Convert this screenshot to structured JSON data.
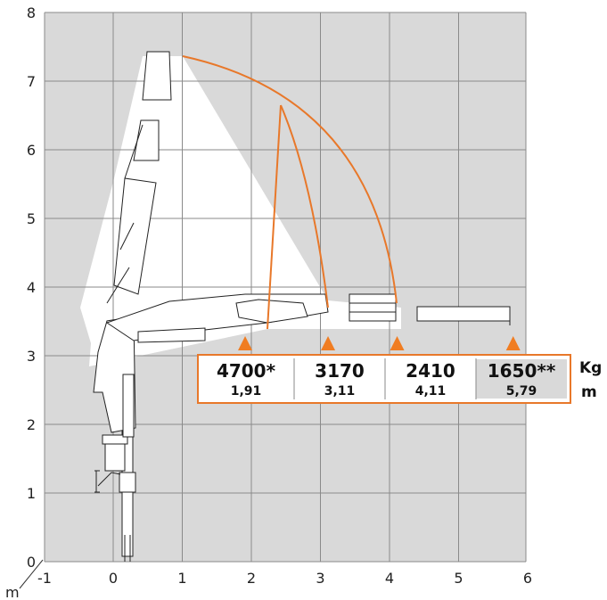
{
  "axis": {
    "unit": "m",
    "x_ticks": [
      "-1",
      "0",
      "1",
      "2",
      "3",
      "4",
      "5",
      "6"
    ],
    "y_ticks": [
      "0",
      "1",
      "2",
      "3",
      "4",
      "5",
      "6",
      "7",
      "8"
    ]
  },
  "load_table": {
    "kg_label": "Kg",
    "m_label": "m",
    "entries": [
      {
        "kg": "4700*",
        "m": "1,91",
        "highlight": false
      },
      {
        "kg": "3170",
        "m": "3,11",
        "highlight": false
      },
      {
        "kg": "2410",
        "m": "4,11",
        "highlight": false
      },
      {
        "kg": "1650**",
        "m": "5,79",
        "highlight": true
      }
    ]
  },
  "colors": {
    "grid_bg": "#d9d9d9",
    "grid_line": "#8a8a8a",
    "reach_area": "#ffffff",
    "curve": "#e8782a",
    "marker": "#f07d22",
    "box_border": "#e8782a",
    "highlight_cell": "#d9d9d9"
  }
}
